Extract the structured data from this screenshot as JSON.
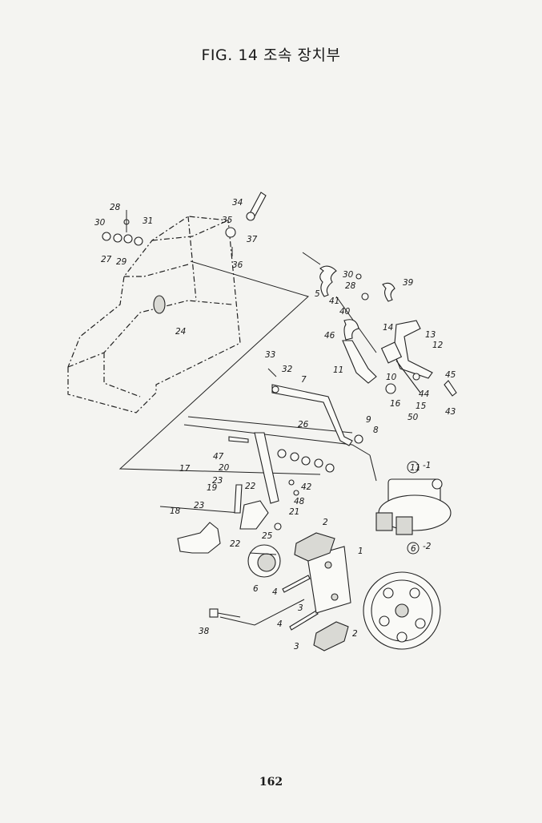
{
  "title": "FIG. 14 조속 장치부",
  "page_number": "162",
  "callouts": {
    "c28a": "28",
    "c30a": "30",
    "c31": "31",
    "c27": "27",
    "c29": "29",
    "c34": "34",
    "c35": "35",
    "c37": "37",
    "c36": "36",
    "c24": "24",
    "c5": "5",
    "c30b": "30",
    "c28b": "28",
    "c41": "41",
    "c40": "40",
    "c39": "39",
    "c46": "46",
    "c14": "14",
    "c13": "13",
    "c12": "12",
    "c11": "11",
    "c10": "10",
    "c45": "45",
    "c44": "44",
    "c16": "16",
    "c15": "15",
    "c50": "50",
    "c43": "43",
    "c33": "33",
    "c32": "32",
    "c7": "7",
    "c9": "9",
    "c8": "8",
    "c26": "26",
    "c47": "47",
    "c17": "17",
    "c20": "20",
    "c23a": "23",
    "c19": "19",
    "c22a": "22",
    "c42": "42",
    "c48": "48",
    "c21": "21",
    "c23b": "23",
    "c18": "18",
    "c25": "25",
    "c22b": "22",
    "c11m": "11",
    "c11s": "-1",
    "c2a": "2",
    "c1": "1",
    "c6m": "6",
    "c6s": "-2",
    "c6": "6",
    "c4a": "4",
    "c3a": "3",
    "c38": "38",
    "c4b": "4",
    "c3b": "3",
    "c2b": "2"
  }
}
